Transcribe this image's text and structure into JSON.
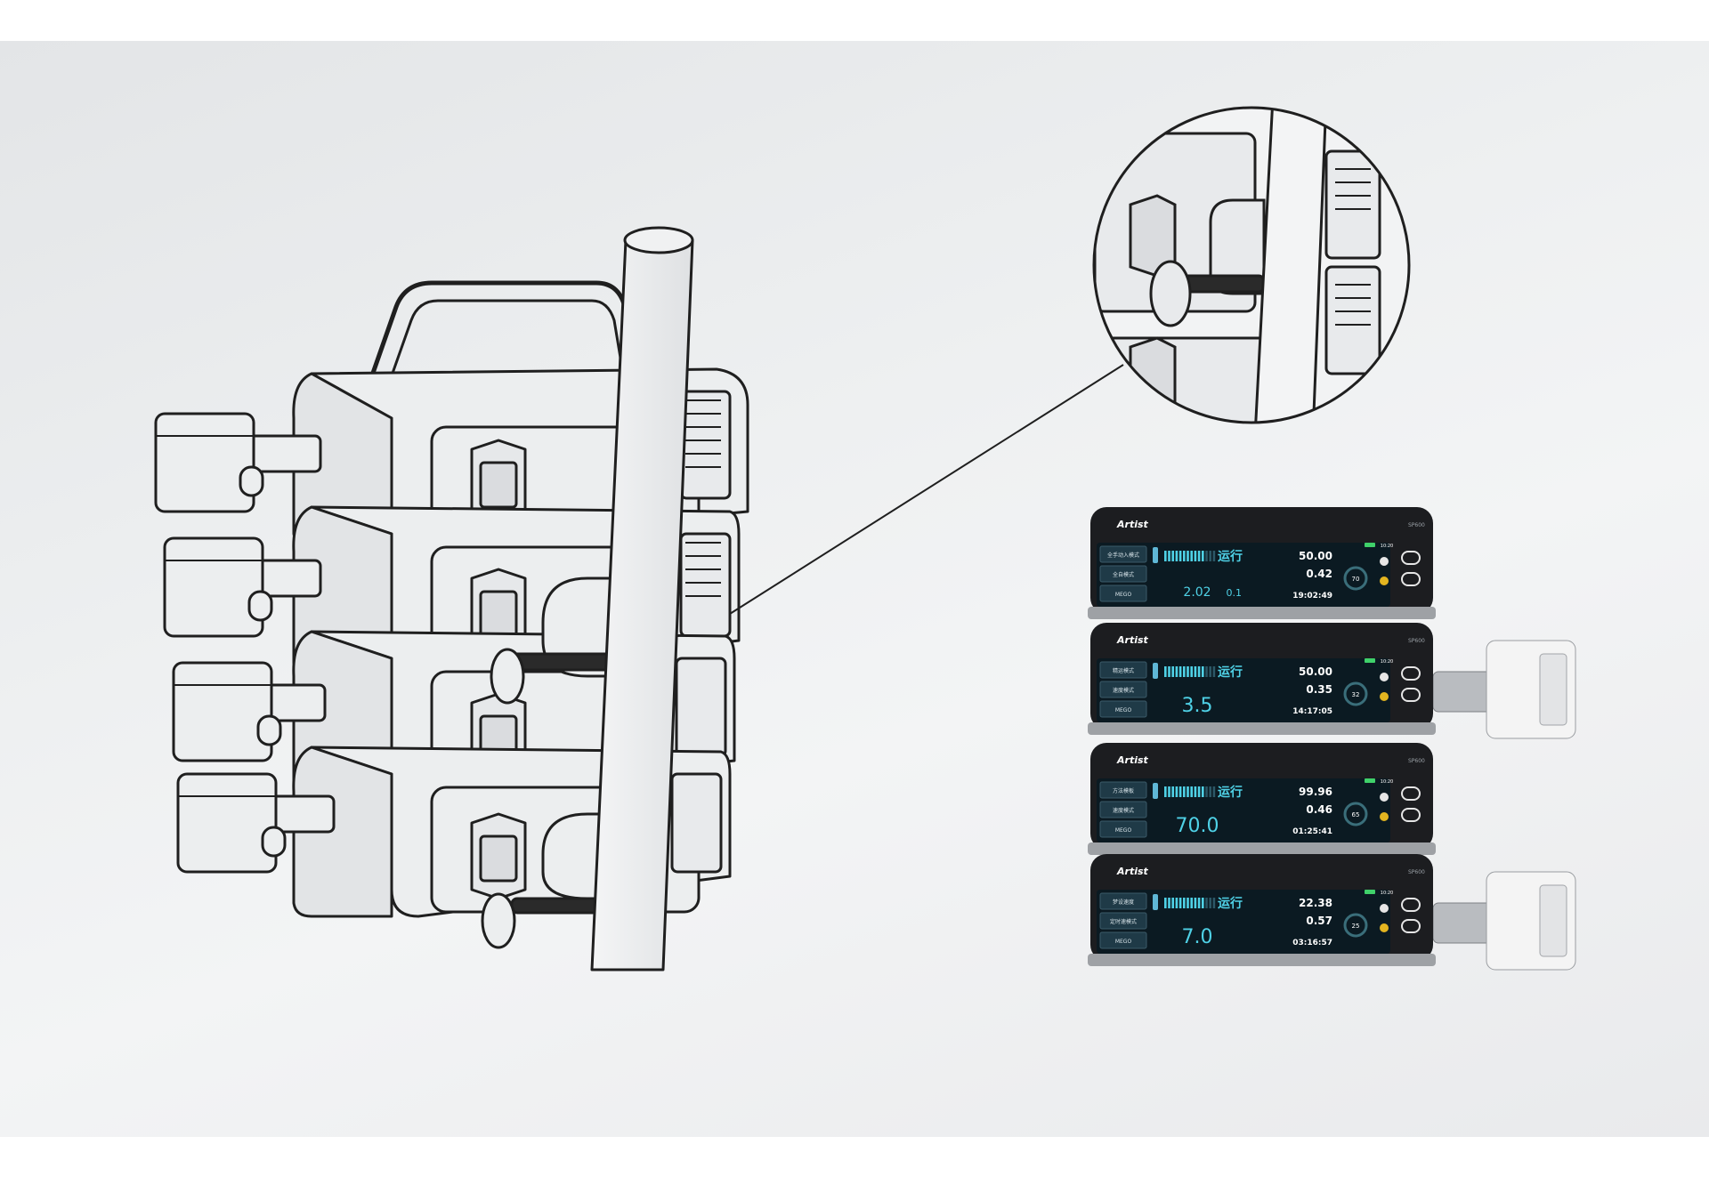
{
  "brand": "Artist",
  "model": "SP600",
  "clock": "10:20",
  "pumps": [
    {
      "mode_labels": [
        "全手动入模式",
        "全自模式",
        "MEGO"
      ],
      "status": "运行",
      "total": "50.00",
      "rate_small": "0.42",
      "pressure": "70",
      "main_value": "2.02",
      "secondary_value": "0.1",
      "time": "19:02:49"
    },
    {
      "mode_labels": [
        "精运模式",
        "速度模式",
        "MEGO"
      ],
      "status": "运行",
      "total": "50.00",
      "rate_small": "0.35",
      "pressure": "32",
      "main_value": "3.5",
      "time": "14:17:05"
    },
    {
      "mode_labels": [
        "方法模板",
        "速度模式",
        "MEGO"
      ],
      "status": "运行",
      "total": "99.96",
      "rate_small": "0.46",
      "pressure": "65",
      "main_value": "70.0",
      "time": "01:25:41"
    },
    {
      "mode_labels": [
        "梦设速度",
        "定时速模式",
        "MEGO"
      ],
      "status": "运行",
      "total": "22.38",
      "rate_small": "0.57",
      "pressure": "25",
      "main_value": "7.0",
      "time": "03:16:57"
    }
  ],
  "colors": {
    "screen": "#0b1a22",
    "accent": "#4fd1e6",
    "body": "#1c1d20"
  }
}
